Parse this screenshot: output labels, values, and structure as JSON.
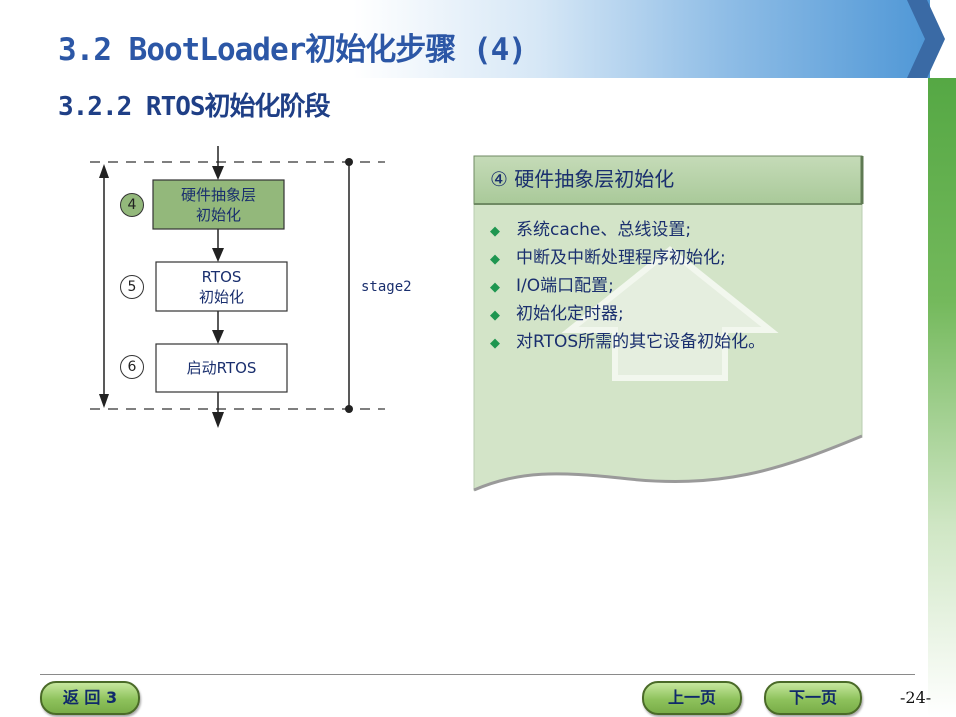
{
  "slide": {
    "title": "3.2 BootLoader初始化步骤 (4)",
    "subtitle": "3.2.2 RTOS初始化阶段"
  },
  "flowchart": {
    "steps": [
      {
        "number": "4",
        "line1": "硬件抽象层",
        "line2": "初始化",
        "highlighted": true
      },
      {
        "number": "5",
        "line1": "RTOS",
        "line2": "初始化",
        "highlighted": false
      },
      {
        "number": "6",
        "line1": "启动RTOS",
        "line2": "",
        "highlighted": false
      }
    ],
    "stage_label": "stage2"
  },
  "panel": {
    "title": "④ 硬件抽象层初始化",
    "bullets": [
      "系统cache、总线设置;",
      "中断及中断处理程序初始化;",
      "I/O端口配置;",
      "初始化定时器;",
      "对RTOS所需的其它设备初始化。"
    ]
  },
  "footer": {
    "back_label": "返 回 3",
    "prev_label": "上一页",
    "next_label": "下一页",
    "page_number": "-24-"
  },
  "colors": {
    "title": "#2c57a6",
    "panel_bg": "#d3e4c8",
    "bullet": "#1e9650",
    "highlight_box": "#93b87b",
    "button_green": "#8ec25c"
  }
}
